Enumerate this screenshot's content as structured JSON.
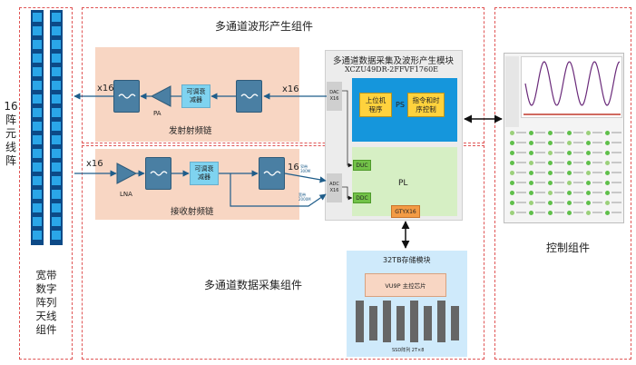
{
  "antenna": {
    "array_label": [
      "16",
      "阵",
      "元",
      "线",
      "阵"
    ],
    "group_label": [
      "宽带",
      "数字",
      "阵列",
      "天线",
      "组件"
    ]
  },
  "waveform_group": {
    "title": "多通道波形产生组件"
  },
  "tx_chain": {
    "label": "发射射频链",
    "count_left": "x16",
    "count_right": "x16",
    "attenuator": "可调衰\n减器",
    "amp": "PA"
  },
  "rx_chain": {
    "label": "接收射频链",
    "count_left": "x16",
    "count_right": "16",
    "attenuator": "可调衰\n减器",
    "amp": "LNA",
    "tap1": "窄带\n300M",
    "tap2": "宽带\n2000M"
  },
  "module": {
    "title": "多通道数据采集及波形产生模块",
    "chip": "XCZU49DR-2FFVF1760E",
    "dac": "DAC\nX16",
    "adc": "ADC\nX16",
    "ps_host": "上位机\n程序",
    "ps_label": "PS",
    "ps_cmd": "指令和时\n序控制",
    "duc": "DUC",
    "ddc": "DDC",
    "pl_label": "PL",
    "gtyx": "GTYX16"
  },
  "acquisition_group": {
    "title": "多通道数据采集组件"
  },
  "storage": {
    "title": "32TB存储模块",
    "chip": "VU9P 主控芯片",
    "ssd": "SSD阵列 2T×8"
  },
  "control": {
    "label": "控制组件"
  }
}
